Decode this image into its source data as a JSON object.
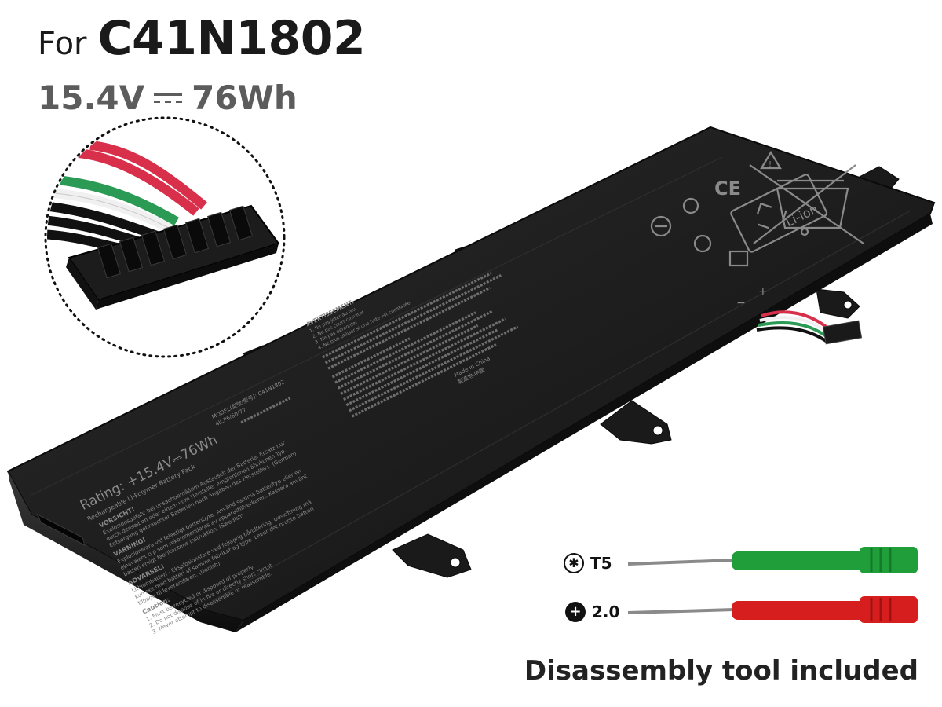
{
  "header": {
    "for_label": "For",
    "model": "C41N1802",
    "voltage": "15.4V",
    "capacity": "76Wh"
  },
  "battery_label": {
    "rating": "Rating: +15.4V⎓76Wh",
    "pack_type": "Rechargeable Li-Polymer Battery Pack",
    "model_line": "MODEL(型號/型号): C41N1802",
    "cell_line": "4ICP6/60/77",
    "vorsicht_title": "VORSICHT!",
    "vorsicht_1": "Explosionsgefahr bei unsachgemäßem Austausch der Batterie. Ersatz nur",
    "vorsicht_2": "durch denselben oder einem vom Hersteller empfohlenen ähnlichen Typ.",
    "vorsicht_3": "Entsorgung gebrauchter Batterien nach Angaben des Herstellers. (German)",
    "varning_title": "VARNING!",
    "varning_1": "Explosionsfara vid felaktigt batteribyte. Använd samma batterityp eller en",
    "varning_2": "ekvivalent typ som rekommenderas av apparattillverkaren. Kassera använt",
    "varning_3": "batteri enligt fabrikantens instruktion. (Swedish)",
    "advarsel_title": "ADVARSEL!",
    "advarsel_1": "Lithiumbatteri - Eksplosionsfare ved fejlagtig håndtering. Udskiftning må",
    "advarsel_2": "kun ske med batteri af samme fabrikat og type. Lever det brugte batteri",
    "advarsel_3": "tilbage til leverandøren. (Danish)",
    "caution_title": "Caution:",
    "caution_1": "1. Must be recycled or disposed of properly.",
    "caution_2": "2. Do not dispose of in fire or directly short circuit.",
    "caution_3": "3. Never attempt to disassemble or reassemble.",
    "avert_title": "AVERTISSEMENT:",
    "avert_1": "1. Ne pas jeter au feu",
    "avert_2": "2. Ne pas court-circuiter",
    "avert_3": "3. Ne pas démonter",
    "avert_4": "4. Ne plus utiliser si une fuite est constatée",
    "made_in": "Made in China",
    "made_in_cn": "製造地:中國",
    "li_ion": "Li-ion",
    "plus": "+",
    "minus": "−"
  },
  "tools": [
    {
      "icon": "torx-icon",
      "label": "T5",
      "handle_color": "#1f9e3a"
    },
    {
      "icon": "phillips-icon",
      "label": "2.0",
      "handle_color": "#d61e1e"
    }
  ],
  "footer": {
    "text": "Disassembly tool included"
  },
  "colors": {
    "battery_body": "#1c1c1c",
    "label_text": "#8a8a8a",
    "wire_red": "#d8304a",
    "wire_white": "#f0f0f0",
    "wire_green": "#2a9a55",
    "wire_black": "#111111"
  }
}
